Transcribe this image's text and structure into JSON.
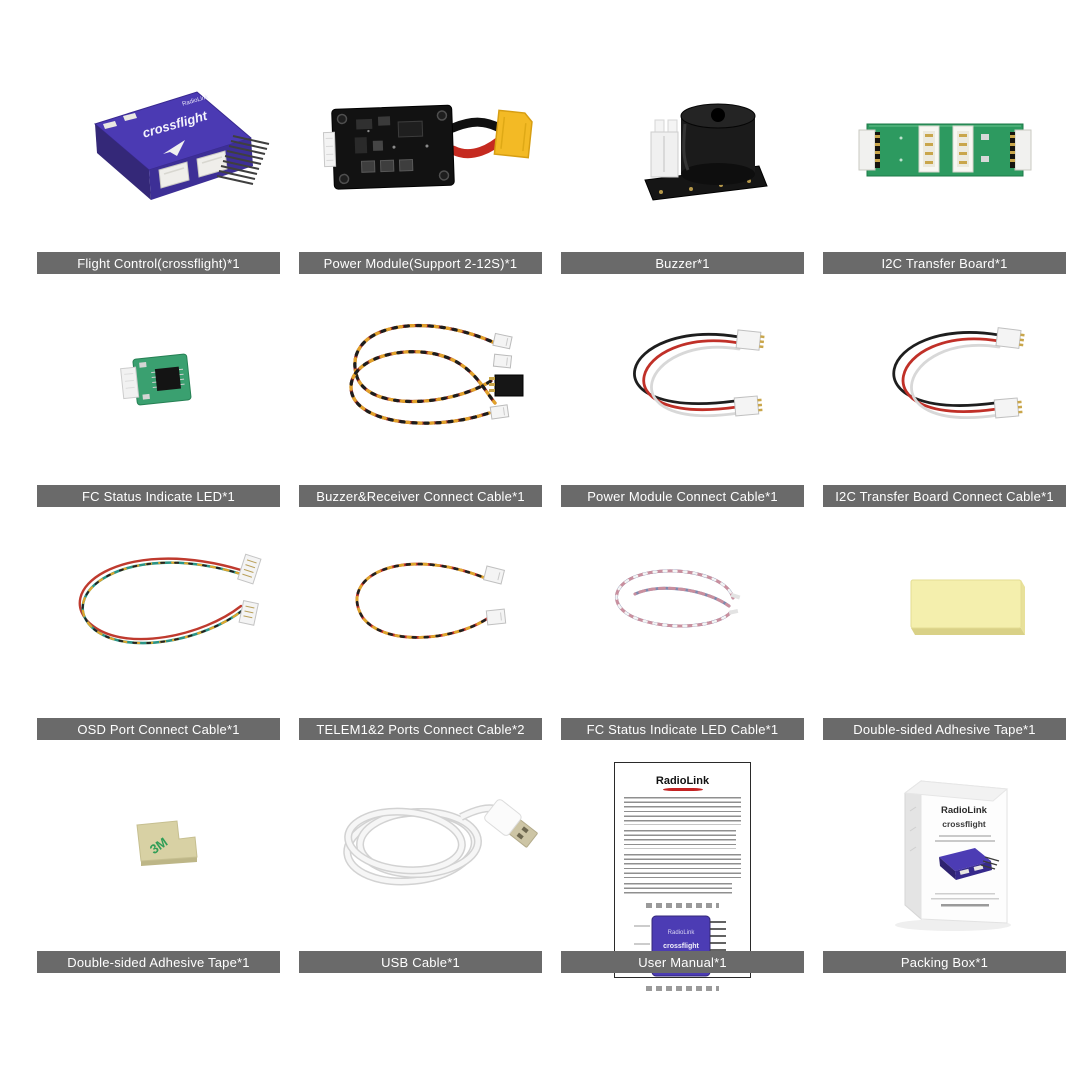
{
  "page": {
    "background": "#ffffff",
    "label_bar_color": "#6a6a6a",
    "label_text_color": "#ffffff",
    "accent_purple": "#4b3ab3",
    "pcb_green": "#2d9a60",
    "xt60_yellow": "#f3ba25"
  },
  "brand": {
    "name": "RadioLink",
    "product": "crossflight"
  },
  "tape_3m": {
    "print": "3M"
  },
  "items": [
    {
      "label": "Flight Control(crossflight)*1",
      "image": "flight-controller"
    },
    {
      "label": "Power Module(Support 2-12S)*1",
      "image": "power-module"
    },
    {
      "label": "Buzzer*1",
      "image": "buzzer"
    },
    {
      "label": "I2C Transfer Board*1",
      "image": "i2c-transfer-board"
    },
    {
      "label": "FC Status Indicate LED*1",
      "image": "fc-status-led"
    },
    {
      "label": "Buzzer&Receiver Connect Cable*1",
      "image": "buzzer-receiver-cable"
    },
    {
      "label": "Power Module Connect Cable*1",
      "image": "power-module-cable"
    },
    {
      "label": "I2C Transfer Board Connect Cable*1",
      "image": "i2c-transfer-cable"
    },
    {
      "label": "OSD Port Connect Cable*1",
      "image": "osd-port-cable"
    },
    {
      "label": "TELEM1&2 Ports Connect Cable*2",
      "image": "telem-ports-cable"
    },
    {
      "label": "FC Status Indicate LED Cable*1",
      "image": "fc-led-cable"
    },
    {
      "label": "Double-sided Adhesive Tape*1",
      "image": "adhesive-tape-yellow"
    },
    {
      "label": "Double-sided Adhesive Tape*1",
      "image": "adhesive-tape-3m"
    },
    {
      "label": "USB Cable*1",
      "image": "usb-cable"
    },
    {
      "label": "User Manual*1",
      "image": "user-manual"
    },
    {
      "label": "Packing Box*1",
      "image": "packing-box"
    }
  ]
}
